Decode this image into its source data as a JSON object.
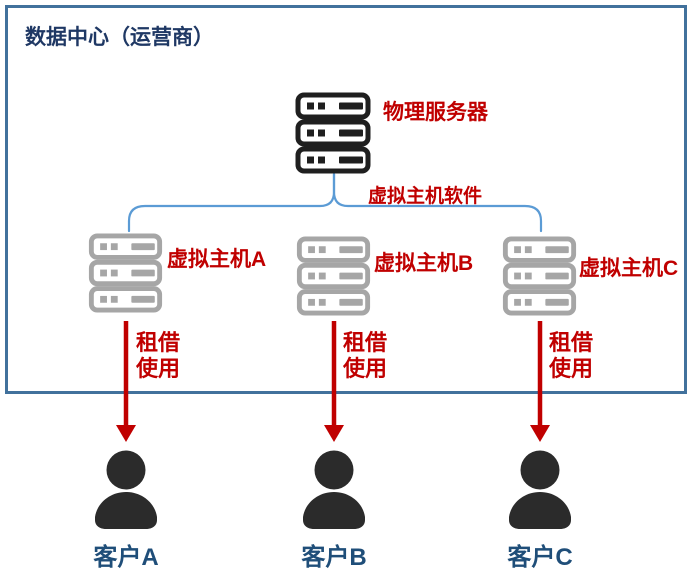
{
  "datacenter": {
    "title": "数据中心（运营商）",
    "physical_server_label": "物理服务器",
    "hypervisor_label": "虚拟主机软件"
  },
  "virtual_hosts": [
    {
      "label": "虚拟主机A"
    },
    {
      "label": "虚拟主机B"
    },
    {
      "label": "虚拟主机C"
    }
  ],
  "lease_label": {
    "line1": "租借",
    "line2": "使用"
  },
  "customers": [
    {
      "label": "客户A"
    },
    {
      "label": "客户B"
    },
    {
      "label": "客户C"
    }
  ],
  "icons": {
    "physical_server": "server-stack-icon",
    "virtual_host": "server-stack-icon",
    "customer": "person-icon",
    "lease_arrow": "down-arrow"
  },
  "colors": {
    "box_border": "#41719C",
    "title_text": "#1F3864",
    "accent_red": "#C00000",
    "connector_blue": "#5B9BD5",
    "virtual_host_gray": "#A6A6A6",
    "physical_server_black": "#1F1F1F",
    "person_dark": "#2B2B2B",
    "customer_blue": "#1F4E79",
    "background": "#FFFFFF"
  }
}
